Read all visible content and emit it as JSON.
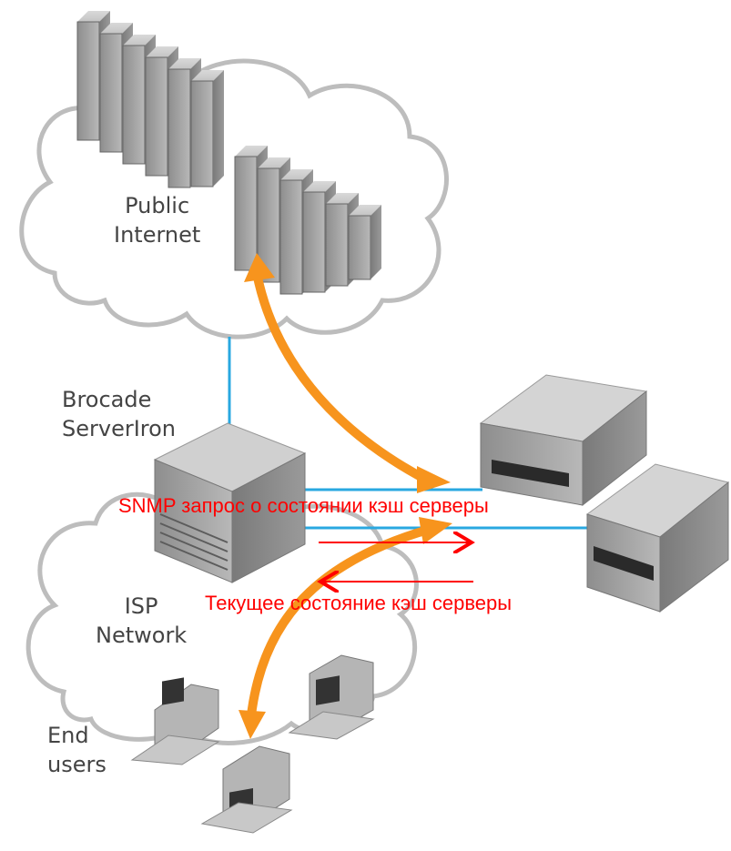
{
  "labels": {
    "public_internet": [
      "Public",
      "Internet"
    ],
    "brocade": [
      "Brocade",
      "ServerIron"
    ],
    "isp_network": [
      "ISP",
      "Network"
    ],
    "end_users": [
      "End",
      "users"
    ]
  },
  "annotations": {
    "snmp_request": "SNMP запрос о состоянии кэш серверы",
    "current_state": "Текущее состояние кэш серверы"
  },
  "colors": {
    "flow_arrow": "#f7941d",
    "link_line": "#29a8e0",
    "annotation": "#ff0000",
    "device_gray": "#a9a9a9"
  }
}
